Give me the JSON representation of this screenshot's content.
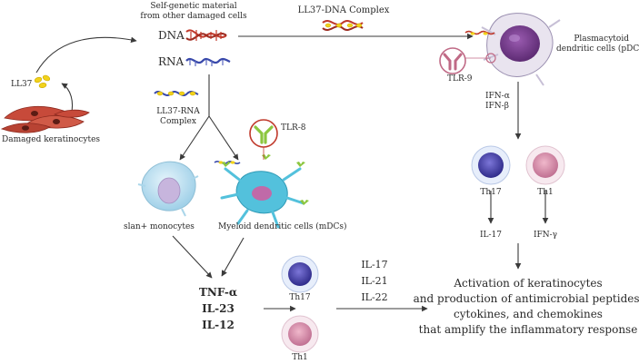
{
  "figure": {
    "self_genetic_material": [
      "Self-genetic material",
      "from other damaged cells"
    ],
    "dna": "DNA",
    "rna": "RNA",
    "ll37_dna_complex": "LL37-DNA Complex",
    "pdcs": [
      "Plasmacytoid",
      "dendritic cells (pDCs)"
    ],
    "tlr9": "TLR-9",
    "ifn_alpha_beta": [
      "IFN-α",
      "IFN-β"
    ],
    "ll37": "LL37",
    "damaged_keratinocytes": "Damaged keratinocytes",
    "ll37_rna_complex": [
      "LL37-RNA",
      "Complex"
    ],
    "tlr8": "TLR-8",
    "slan_monocytes": "slan+ monocytes",
    "mdcs": "Myeloid dendritic cells (mDCs)",
    "th17_right": "Th17",
    "th1_right": "Th1",
    "il17_right": "IL-17",
    "ifn_gamma": "IFN-γ",
    "cytokines_left": [
      "TNF-α",
      "IL-23",
      "IL-12"
    ],
    "th17_center": "Th17",
    "th1_center": "Th1",
    "cytokines_mid": [
      "IL-17",
      "IL-21",
      "IL-22"
    ],
    "outcome": [
      "Activation of keratinocytes",
      "and production of antimicrobial peptides,",
      "cytokines, and chemokines",
      "that amplify the inflammatory response"
    ]
  },
  "colors": {
    "dna_red": "#c0392b",
    "rna_blue": "#3949ab",
    "ll37_yellow": "#f2d21b",
    "keratinocyte": "#c74a3a",
    "pdc_nucleus": "#7a3f8f",
    "monocyte": "#b8def0",
    "mdc": "#53c1dc",
    "receptor_green": "#8cc63f",
    "th17": "#5a55b8",
    "th1": "#d48aa6",
    "tlr9_ring": "#c06a86"
  }
}
